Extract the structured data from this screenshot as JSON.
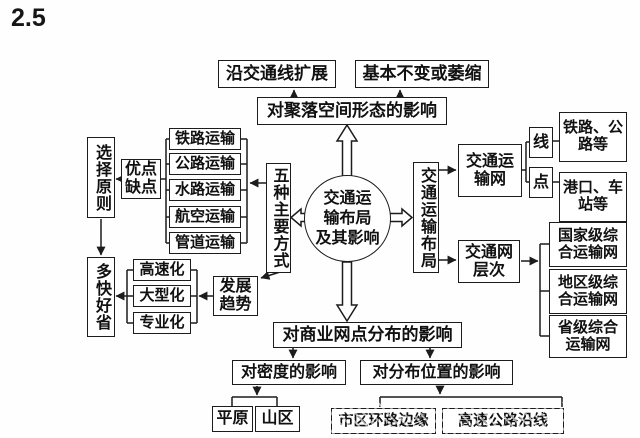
{
  "title": "2.5",
  "colors": {
    "line": "#1c1c1c",
    "text": "#111111",
    "background": "#ffffff"
  },
  "center": {
    "label": "交通运\n输布局\n及其影响"
  },
  "top": {
    "expand": "沿交通线扩展",
    "unchanged": "基本不变或萎缩",
    "settlement_impact": "对聚落空间形态的影响"
  },
  "left": {
    "selection_principle": "选择原则",
    "pros_cons": "优点\n缺点",
    "five_modes_label": "五种主要方式",
    "modes": [
      "铁路运输",
      "公路运输",
      "水路运输",
      "航空运输",
      "管道运输"
    ],
    "development_trend": "发展\n趋势",
    "trends": [
      "高速化",
      "大型化",
      "专业化"
    ],
    "goal": "多快好省"
  },
  "right": {
    "layout_label": "交通运输布局",
    "network": "交通运\n输网",
    "line": "线",
    "point": "点",
    "line_examples": "铁路、公\n路等",
    "point_examples": "港口、车\n站等",
    "network_levels": "交通网\n层次",
    "levels": [
      "国家级综\n合运输网",
      "地区级综\n合运输网",
      "省级综合\n运输网"
    ]
  },
  "bottom": {
    "commerce_impact": "对商业网点分布的影响",
    "density_impact": "对密度的影响",
    "location_impact": "对分布位置的影响",
    "density_cases": [
      "平原",
      "山区"
    ],
    "location_cases": [
      "市区环路边缘",
      "高速公路沿线"
    ]
  }
}
